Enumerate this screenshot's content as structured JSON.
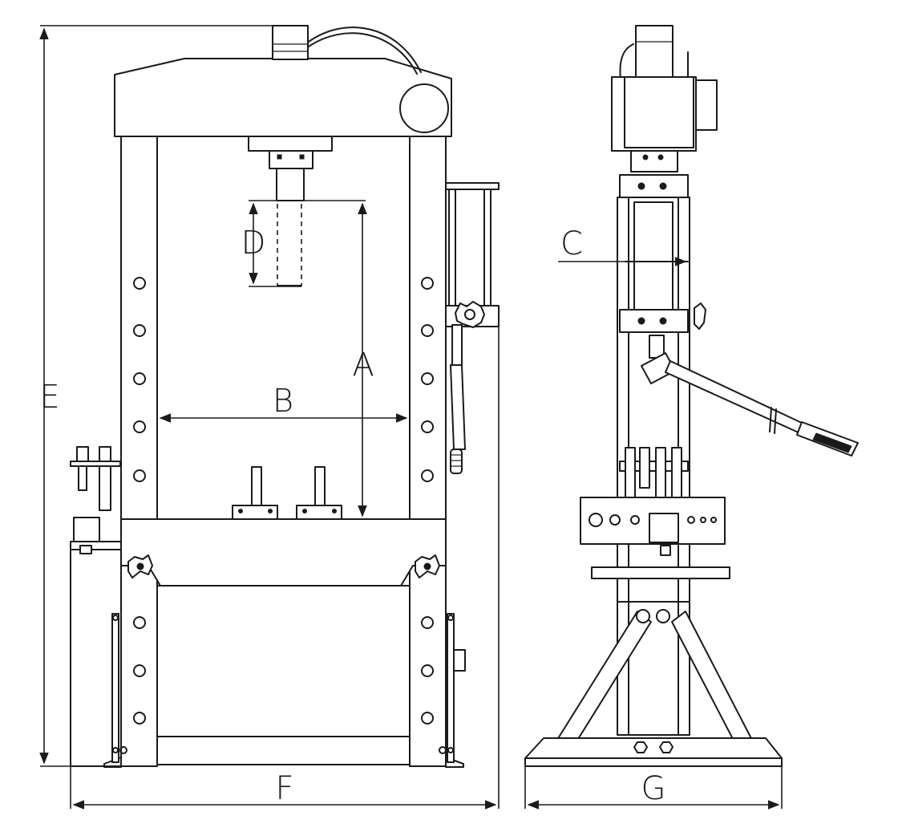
{
  "diagram": {
    "dimension_labels": {
      "A": "A",
      "B": "B",
      "C": "C",
      "D": "D",
      "E": "E",
      "F": "F",
      "G": "G"
    }
  }
}
